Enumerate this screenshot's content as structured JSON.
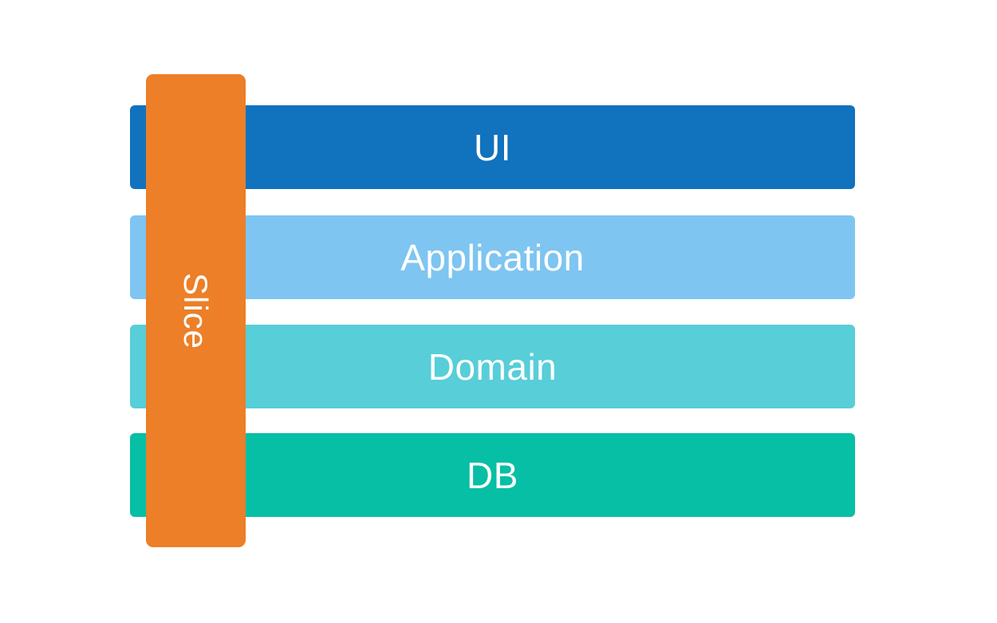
{
  "diagram": {
    "background_color": "#ffffff",
    "text_color": "#ffffff",
    "slice": {
      "label": "Slice",
      "color": "#ec7f27"
    },
    "layers": [
      {
        "label": "UI",
        "color": "#1172bd"
      },
      {
        "label": "Application",
        "color": "#7ec5f1"
      },
      {
        "label": "Domain",
        "color": "#57ced8"
      },
      {
        "label": "DB",
        "color": "#06bfa5"
      }
    ]
  }
}
